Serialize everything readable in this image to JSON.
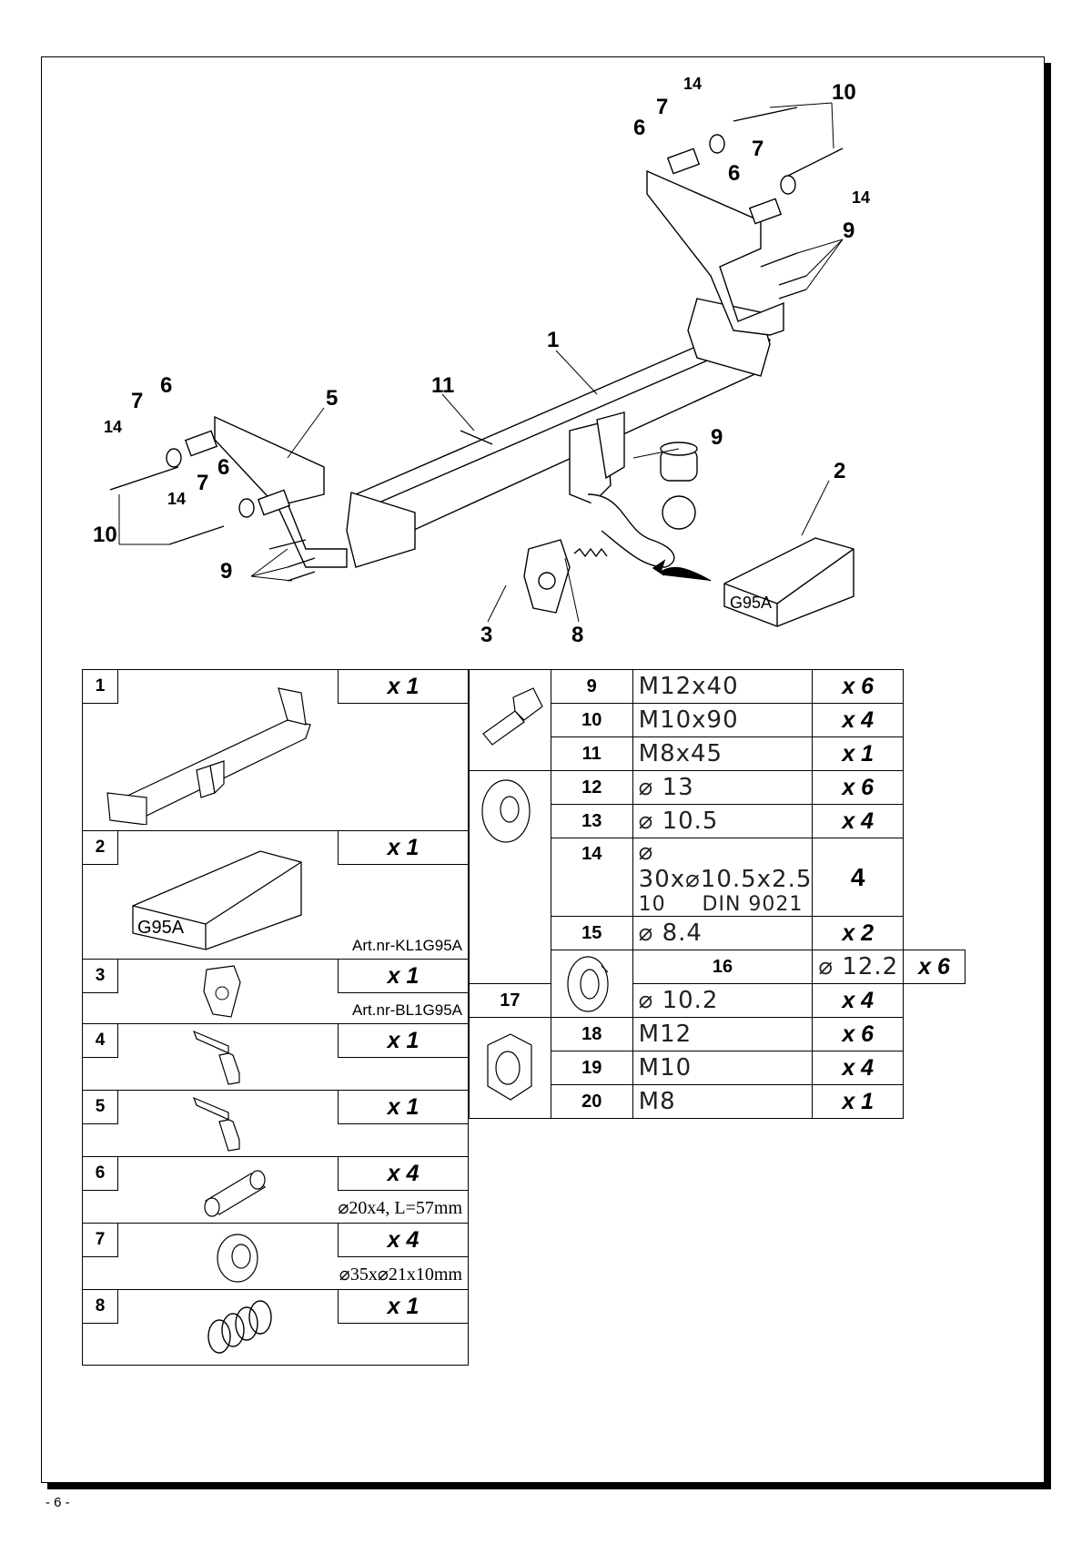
{
  "diagram": {
    "callouts": [
      "1",
      "2",
      "3",
      "5",
      "6",
      "7",
      "8",
      "9",
      "10",
      "11",
      "14"
    ],
    "box_label": "G95A"
  },
  "parts_left": [
    {
      "num": "1",
      "qty": "x 1",
      "caption": ""
    },
    {
      "num": "2",
      "qty": "x 1",
      "caption": "Art.nr-KL1G95A",
      "box_label": "G95A"
    },
    {
      "num": "3",
      "qty": "x 1",
      "caption": "Art.nr-BL1G95A"
    },
    {
      "num": "4",
      "qty": "x 1",
      "caption": ""
    },
    {
      "num": "5",
      "qty": "x 1",
      "caption": ""
    },
    {
      "num": "6",
      "qty": "x 4",
      "caption": "⌀20x4, L=57mm"
    },
    {
      "num": "7",
      "qty": "x 4",
      "caption": "⌀35x⌀21x10mm"
    },
    {
      "num": "8",
      "qty": "x 1",
      "caption": ""
    }
  ],
  "parts_right": [
    {
      "num": "9",
      "spec": "M12x40",
      "qty": "x 6"
    },
    {
      "num": "10",
      "spec": "M10x90",
      "qty": "x 4"
    },
    {
      "num": "11",
      "spec": "M8x45",
      "qty": "x 1"
    },
    {
      "num": "12",
      "spec": "⌀ 13",
      "qty": "x 6"
    },
    {
      "num": "13",
      "spec": "⌀ 10.5",
      "qty": "x 4"
    },
    {
      "num": "14",
      "spec": "⌀ 30x⌀10.5x2.5",
      "spec2a": "10",
      "spec2b": "DIN 9021",
      "qty": "4"
    },
    {
      "num": "15",
      "spec": "⌀ 8.4",
      "qty": "x 2"
    },
    {
      "num": "16",
      "spec": "⌀ 12.2",
      "qty": "x 6"
    },
    {
      "num": "17",
      "spec": "⌀ 10.2",
      "qty": "x 4"
    },
    {
      "num": "18",
      "spec": "M12",
      "qty": "x 6"
    },
    {
      "num": "19",
      "spec": "M10",
      "qty": "x 4"
    },
    {
      "num": "20",
      "spec": "M8",
      "qty": "x 1"
    }
  ],
  "page_number": "- 6 -"
}
